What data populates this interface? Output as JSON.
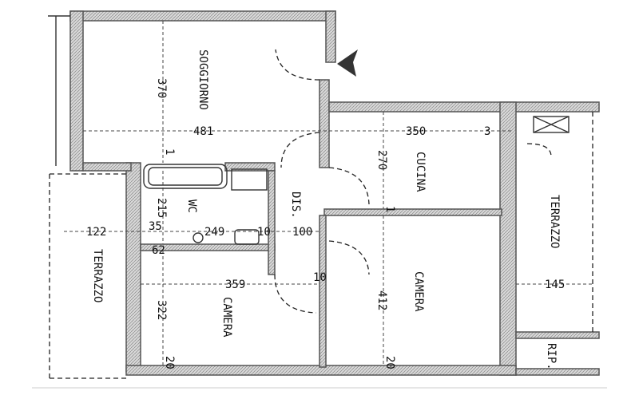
{
  "rooms": {
    "soggiorno": "SOGGIORNO",
    "cucina": "CUCINA",
    "terrazzo_left": "TERRAZZO",
    "terrazzo_right": "TERRAZZO",
    "wc": "WC",
    "dis": "DIS.",
    "camera_left": "CAMERA",
    "camera_right": "CAMERA",
    "rip": "RIP."
  },
  "dimensions": {
    "d370": "370",
    "d481": "481",
    "d350": "350",
    "d3": "3",
    "d270": "270",
    "d1a": "1",
    "d1b": "1",
    "d215": "215",
    "d122": "122",
    "d35": "35",
    "d249": "249",
    "d10": "10",
    "d100": "100",
    "d62": "62",
    "d359": "359",
    "d412": "412",
    "d322": "322",
    "d145": "145",
    "d20a": "20",
    "d20b": "20",
    "d10b": "10"
  }
}
